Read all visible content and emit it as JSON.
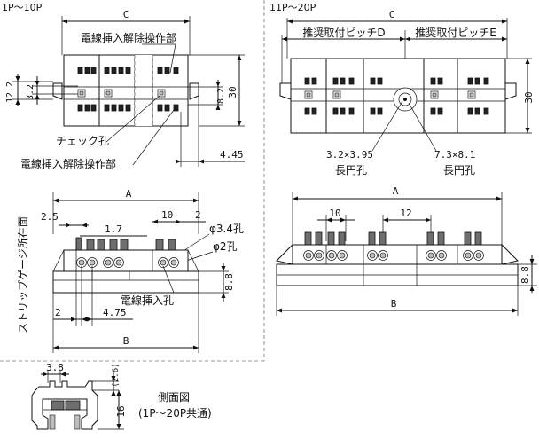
{
  "left_top": {
    "title": "1P～10P",
    "dim_c": "C",
    "release_top": "電線挿入解除操作部",
    "check_hole": "チェック孔",
    "release_bottom": "電線挿入解除操作部",
    "h_12_2": "12.2",
    "h_3_2": "3.2",
    "h_8_2": "8.2",
    "h_30": "30",
    "w_4_45": "4.45"
  },
  "right_top": {
    "title": "11P～20P",
    "dim_c": "C",
    "pitch_d": "推奨取付ピッチD",
    "pitch_e": "推奨取付ピッチE",
    "h_30": "30",
    "hole_a_size": "3.2×3.95",
    "hole_a_label": "長円孔",
    "hole_b_size": "7.3×8.1",
    "hole_b_label": "長円孔"
  },
  "left_mid": {
    "dim_a": "A",
    "w_2_5": "2.5",
    "w_1_7": "1.7",
    "w_10": "10",
    "w_2": "2",
    "hole_3_4": "φ3.4孔",
    "hole_2": "φ2孔",
    "h_8_8": "8.8",
    "insert_label": "電線挿入孔",
    "w_2b": "2",
    "w_4_75": "4.75",
    "dim_b": "B",
    "strip_gauge": "ストリップゲージ所在面"
  },
  "right_mid": {
    "dim_a": "A",
    "w_10": "10",
    "w_12": "12",
    "h_8_8": "8.8",
    "dim_b": "B"
  },
  "side": {
    "w_3_8": "3.8",
    "h_2_6": "(2.6)",
    "h_16": "16",
    "title": "側面図",
    "note": "(1P～20P共通)"
  }
}
